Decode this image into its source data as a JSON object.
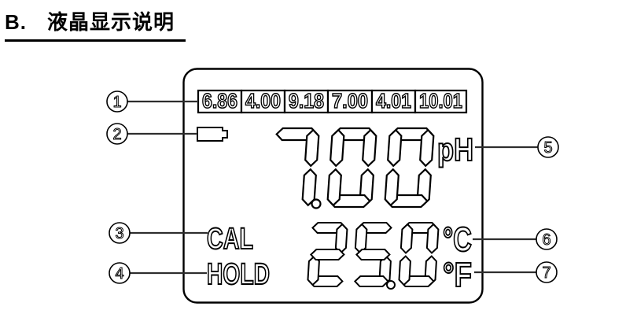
{
  "title": {
    "prefix": "B.",
    "text": "液晶显示说明"
  },
  "lcd": {
    "calibration_values": [
      "6.86",
      "4.00",
      "9.18",
      "7.00",
      "4.01",
      "10.01"
    ],
    "ph_value": "7.00",
    "ph_unit": "pH",
    "cal_label": "CAL",
    "hold_label": "HOLD",
    "temp_value": "25.0",
    "temp_unit_c": "°C",
    "temp_unit_f": "°F"
  },
  "icons": {
    "battery": "low-battery-indicator"
  },
  "callouts": [
    {
      "number": "1"
    },
    {
      "number": "2"
    },
    {
      "number": "3"
    },
    {
      "number": "4"
    },
    {
      "number": "5"
    },
    {
      "number": "6"
    },
    {
      "number": "7"
    }
  ],
  "colors": {
    "outline": "#000000",
    "fill": "#ffffff",
    "callout_line": "#2e2e2e"
  }
}
